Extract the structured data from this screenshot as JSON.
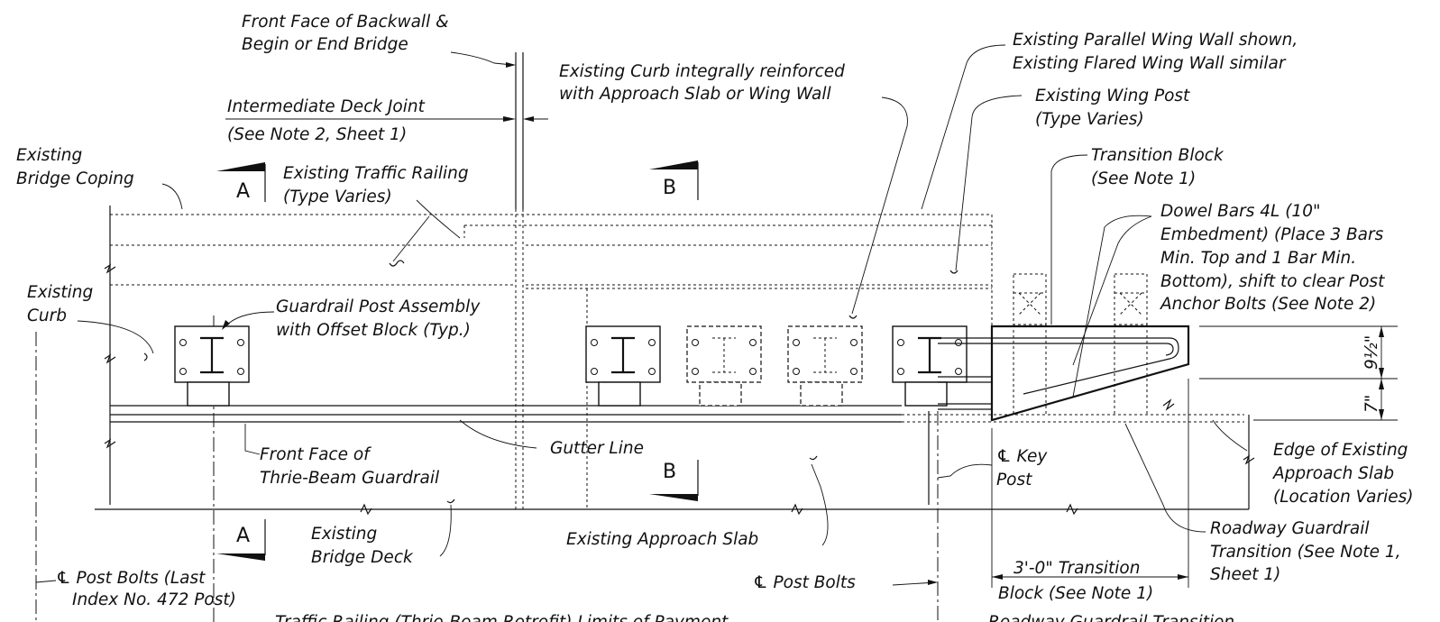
{
  "labels": {
    "front_face_backwall_1": "Front Face of Backwall &",
    "front_face_backwall_2": "Begin or End Bridge",
    "intermediate_joint_1": "Intermediate Deck Joint",
    "intermediate_joint_2": "(See Note 2, Sheet 1)",
    "existing_coping_1": "Existing",
    "existing_coping_2": "Bridge Coping",
    "traffic_railing_1": "Existing Traffic Railing",
    "traffic_railing_2": "(Type Varies)",
    "existing_curb_1": "Existing",
    "existing_curb_2": "Curb",
    "guardrail_post_1": "Guardrail Post Assembly",
    "guardrail_post_2": "with Offset Block (Typ.)",
    "curb_reinforced_1": "Existing Curb integrally reinforced",
    "curb_reinforced_2": "with Approach Slab or Wing Wall",
    "parallel_wing_1": "Existing Parallel Wing Wall shown,",
    "parallel_wing_2": "Existing Flared Wing Wall similar",
    "wing_post_1": "Existing Wing Post",
    "wing_post_2": "(Type Varies)",
    "transition_block_1": "Transition Block",
    "transition_block_2": "(See Note 1)",
    "dowel_1": "Dowel Bars 4L (10\"",
    "dowel_2": "Embedment) (Place 3 Bars",
    "dowel_3": "Min. Top and 1 Bar Min.",
    "dowel_4": "Bottom), shift to clear Post",
    "dowel_5": "Anchor Bolts (See Note 2)",
    "dim_top": "9½\"",
    "dim_bottom": "7\"",
    "front_face_thrie_1": "Front Face of",
    "front_face_thrie_2": "Thrie-Beam Guardrail",
    "gutter_line": "Gutter Line",
    "key_post_1": "℄ Key",
    "key_post_2": "Post",
    "edge_slab_1": "Edge of Existing",
    "edge_slab_2": "Approach Slab",
    "edge_slab_3": "(Location Varies)",
    "bridge_deck_1": "Existing",
    "bridge_deck_2": "Bridge Deck",
    "approach_slab": "Existing Approach Slab",
    "post_bolts": "℄ Post Bolts",
    "roadway_transition_1": "Roadway Guardrail",
    "roadway_transition_2": "Transition (See Note 1,",
    "roadway_transition_3": "Sheet 1)",
    "transition_dim_1": "3'-0\" Transition",
    "transition_dim_2": "Block (See Note 1)",
    "last_post_1": "℄ Post Bolts (Last",
    "last_post_2": "Index No. 472 Post)",
    "payment_limits": "Traffic Railing (Thrie-Beam Retrofit) Limits of Payment",
    "roadway_transition_bottom": "Roadway Guardrail Transition"
  },
  "section_marks": {
    "a_top": "A",
    "b_top": "B",
    "b_bottom": "B",
    "a_bottom": "A"
  }
}
